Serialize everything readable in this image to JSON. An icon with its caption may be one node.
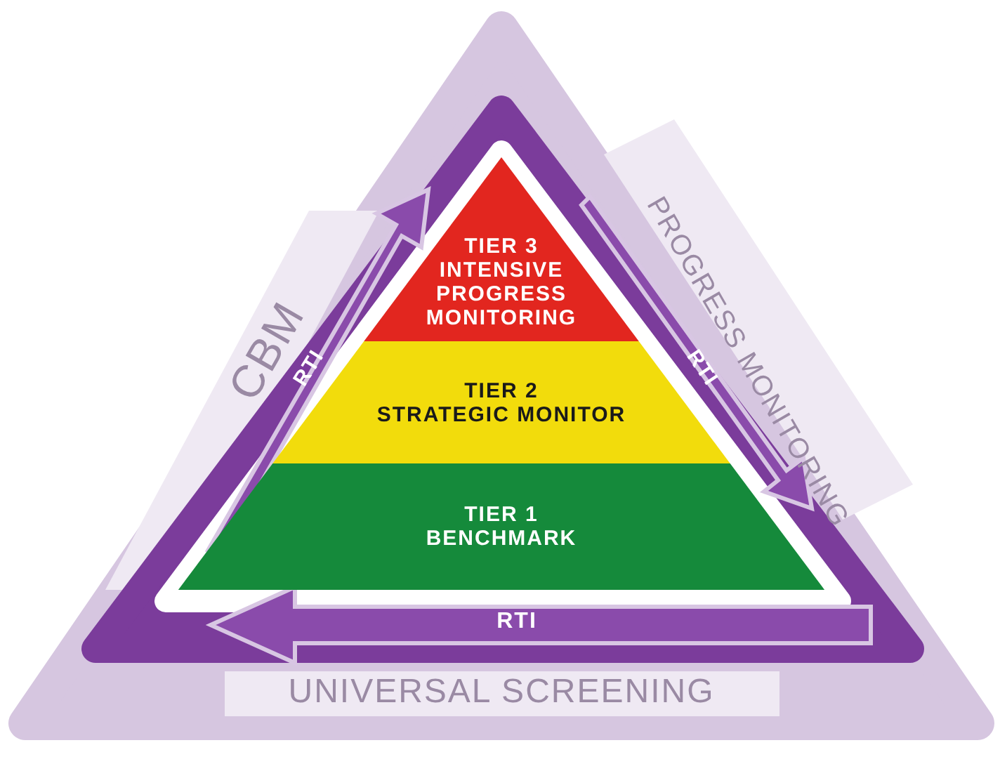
{
  "diagram": {
    "nodes": [
      {
        "text": [
          "TIER 3",
          "INTENSIVE PROGRESS MONITORING"
        ]
      },
      {
        "text": [
          "TIER 2",
          "STRATEGIC MONITOR"
        ]
      },
      {
        "text": [
          "TIER 1",
          "BENCHMARK"
        ]
      }
    ],
    "labels": [
      "CBM",
      "PROGRESS MONITORING",
      "RTI",
      "RTI",
      "RTI",
      "UNIVERSAL SCREENING"
    ]
  }
}
